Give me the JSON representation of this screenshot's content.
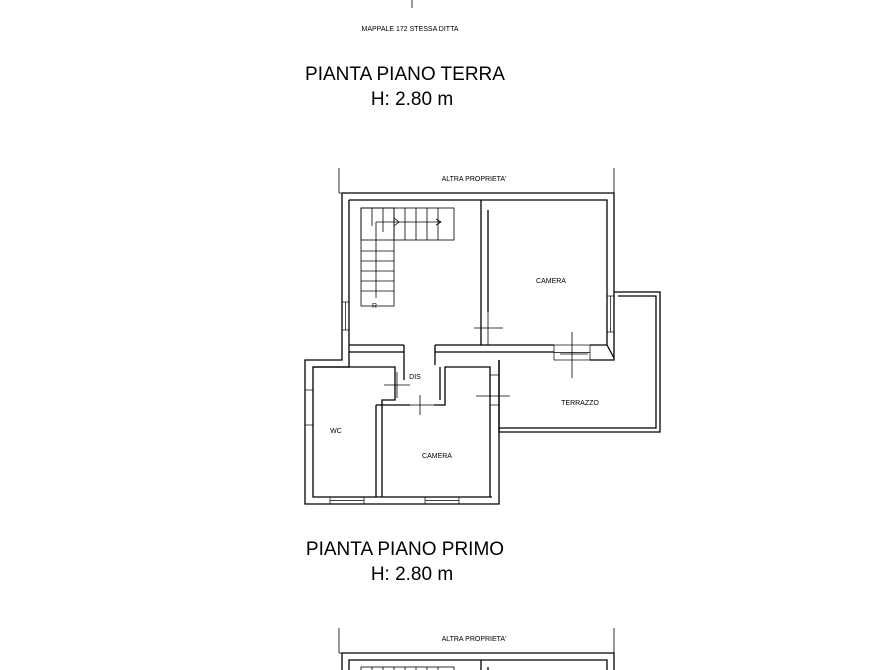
{
  "top_note": "MAPPALE 172 STESSA DITTA",
  "ground_floor": {
    "title": "PIANTA PIANO TERRA",
    "height": "H: 2.80 m",
    "neighbor_label": "ALTRA PROPRIETA'",
    "stair_mark": "R",
    "rooms": {
      "camera_top": "CAMERA",
      "dis": "DIS",
      "wc": "WC",
      "camera_bottom": "CAMERA",
      "terrazzo": "TERRAZZO"
    }
  },
  "first_floor": {
    "title": "PIANTA PIANO PRIMO",
    "height": "H: 2.80 m",
    "neighbor_label": "ALTRA PROPRIETA'"
  }
}
